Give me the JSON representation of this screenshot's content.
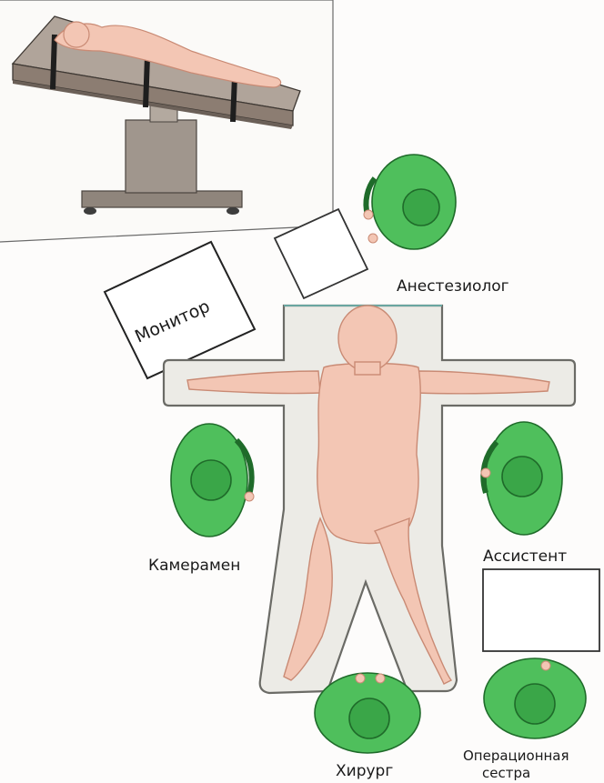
{
  "labels": {
    "monitor": "Монитор",
    "anesthesiologist": "Анестезиолог",
    "cameraman": "Камерамен",
    "assistant": "Ассистент",
    "surgeon": "Хирург",
    "scrub_nurse_line1": "Операционная",
    "scrub_nurse_line2": "сестра"
  },
  "colors": {
    "skin": "#f3c6b4",
    "skin_stroke": "#c98a74",
    "staff_green": "#4fbf5c",
    "staff_dark": "#1f6b2a",
    "table_fill": "#ecebe6",
    "table_stroke": "#6b6b66",
    "inset_table": "#8c7d72",
    "inset_strap": "#2b2b2b",
    "paper_stroke": "#555555"
  }
}
